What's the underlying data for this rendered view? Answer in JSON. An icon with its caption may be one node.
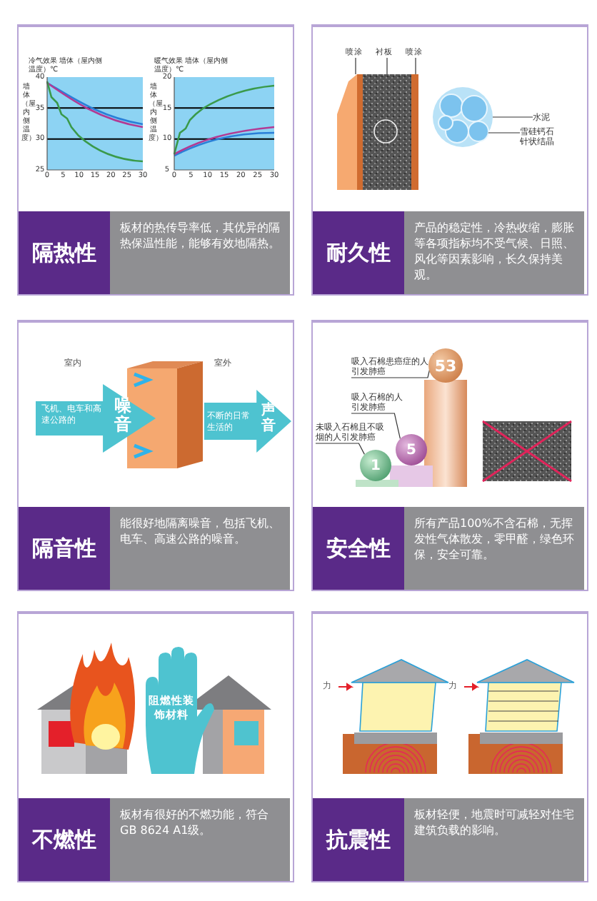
{
  "diagram": {
    "nodes": [
      {
        "text": [
          "隔热性",
          "板材的热传导率低，其优异的隔热保温性能，能够有效地隔热。"
        ]
      },
      {
        "text": [
          "喷涂"
        ]
      },
      {
        "text": [
          "衬板"
        ]
      },
      {
        "text": [
          "喷涂"
        ]
      },
      {
        "text": [],
        "shape": "picture"
      },
      {
        "text": [],
        "shape": "picture"
      },
      {
        "text": [
          "水泥"
        ]
      },
      {
        "text": [
          "雪硅钙石针状结晶"
        ]
      },
      {
        "text": [
          "耐久性",
          "产品的稳定性，冷热收缩，膨胀等各项指标均不受气候、日照、风化等因素影响，长久保持美观。"
        ]
      },
      {
        "text": [
          "飞机、电车和高速公路的",
          "噪音"
        ]
      },
      {
        "text": [
          "不断的日常生活的",
          "声音"
        ]
      },
      {
        "text": [
          "隔音性",
          "能很好地隔离噪音，包括飞机、电车、高速公路的噪音。"
        ]
      },
      {
        "text": [
          "吸入石棉患癌症的人引发肺癌"
        ]
      },
      {
        "text": [
          "53"
        ]
      },
      {
        "text": [
          "吸入石棉的人引发肺癌"
        ]
      },
      {
        "text": [
          "5"
        ]
      },
      {
        "text": [
          "未吸入石棉且不吸烟的人引发肺癌"
        ]
      },
      {
        "text": [
          "1"
        ]
      },
      {
        "text": [
          "安全性",
          "所有产品100%不含石棉，无挥发性气体散发，零甲醛，绿色环保，安全可靠。"
        ]
      },
      {
        "text": [
          "阻燃性装饰材料"
        ]
      },
      {
        "text": [
          "不燃性",
          "板材有很好的不燃功能，符合GB 8624 A1级。"
        ]
      },
      {
        "text": [
          "抗震性",
          "板材轻便，地震时可减轻对住宅建筑负载的影响。"
        ]
      }
    ],
    "edges": [
      {
        "from": 1,
        "to": 4,
        "arrow": "none"
      },
      {
        "from": 2,
        "to": 4,
        "arrow": "none"
      },
      {
        "from": 3,
        "to": 4,
        "arrow": "none"
      },
      {
        "from": 6,
        "to": 5,
        "arrow": "none"
      },
      {
        "from": 7,
        "to": 5,
        "arrow": "none"
      },
      {
        "from": 12,
        "to": 13,
        "arrow": "none"
      },
      {
        "from": 14,
        "to": 15,
        "arrow": "none"
      },
      {
        "from": 16,
        "to": 17,
        "arrow": "none"
      }
    ],
    "labels": [
      "冷气效果 墙体（屋内侧温度）℃",
      "墙体（屋内侧温度）",
      "40",
      "35",
      "30",
      "25",
      "0",
      "5",
      "10",
      "15",
      "20",
      "25",
      "30",
      "暖气效果 墙体（屋内侧温度）℃",
      "墙体（屋内侧温度）",
      "20",
      "15",
      "10",
      "5",
      "0",
      "5",
      "10",
      "15",
      "20",
      "25",
      "30",
      "室内",
      "室外",
      "力",
      "力"
    ]
  }
}
